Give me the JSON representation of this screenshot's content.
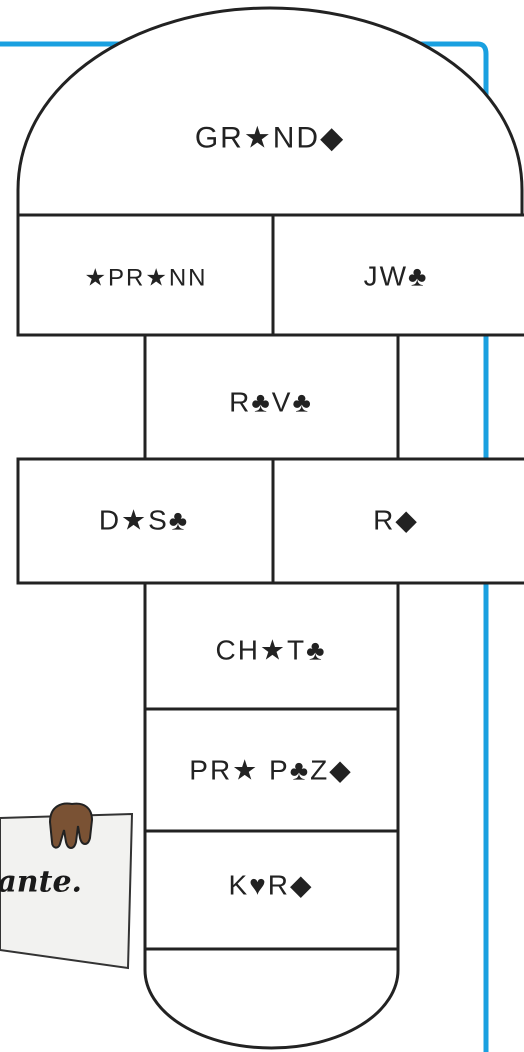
{
  "board": {
    "title_cell": "GR★ND◆",
    "cells": [
      {
        "id": "apprenn",
        "label": "★PR★NN"
      },
      {
        "id": "jwc",
        "label": "JW♣"
      },
      {
        "id": "revc",
        "label": "R♣V♣"
      },
      {
        "id": "dasc",
        "label": "D★S♣"
      },
      {
        "id": "rd",
        "label": "R◆"
      },
      {
        "id": "chatc",
        "label": "CH★T♣"
      },
      {
        "id": "prpaz",
        "label": "PR★ P♣Z◆"
      },
      {
        "id": "kord",
        "label": "K♥R◆"
      }
    ]
  },
  "sign": {
    "text": "ante."
  },
  "colors": {
    "outline": "#222222",
    "accent_frame": "#1aa0e0",
    "sign_paper": "#f2f2f0",
    "hand": "#7a5234",
    "background": "#ffffff"
  }
}
